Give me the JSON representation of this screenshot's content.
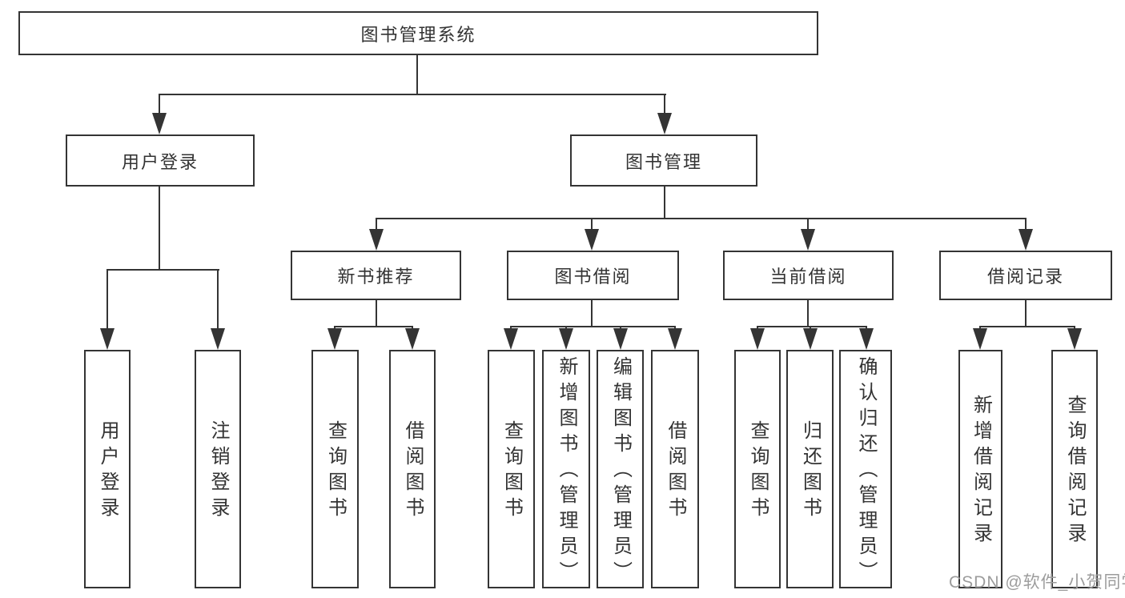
{
  "diagram": {
    "root": {
      "label": "图书管理系统"
    },
    "branches": [
      {
        "label": "用户登录",
        "children": [
          {
            "label": "用户登录"
          },
          {
            "label": "注销登录"
          }
        ]
      },
      {
        "label": "图书管理",
        "children": [
          {
            "label": "新书推荐",
            "children": [
              {
                "label": "查询图书"
              },
              {
                "label": "借阅图书"
              }
            ]
          },
          {
            "label": "图书借阅",
            "children": [
              {
                "label": "查询图书"
              },
              {
                "label": "新增图书（管理员）"
              },
              {
                "label": "编辑图书（管理员）"
              },
              {
                "label": "借阅图书"
              }
            ]
          },
          {
            "label": "当前借阅",
            "children": [
              {
                "label": "查询图书"
              },
              {
                "label": "归还图书"
              },
              {
                "label": "确认归还（管理员）"
              }
            ]
          },
          {
            "label": "借阅记录",
            "children": [
              {
                "label": "新增借阅记录"
              },
              {
                "label": "查询借阅记录"
              }
            ]
          }
        ]
      }
    ]
  },
  "watermark": {
    "text": "CSDN @软件_小贺同学"
  },
  "colors": {
    "line": "#343434",
    "text": "#333333",
    "watermark": "#9c9c9c",
    "background": "#ffffff"
  }
}
